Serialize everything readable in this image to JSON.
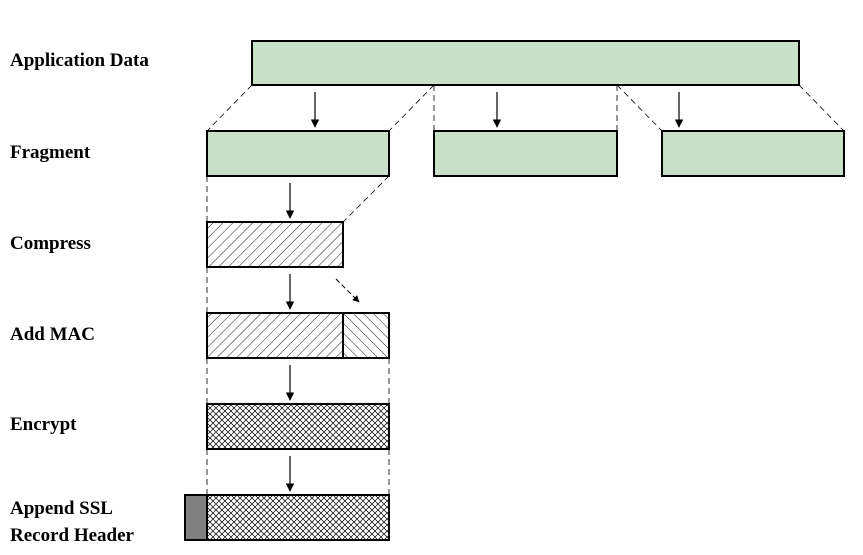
{
  "steps": [
    {
      "id": "application-data",
      "label": "Application Data"
    },
    {
      "id": "fragment",
      "label": "Fragment"
    },
    {
      "id": "compress",
      "label": "Compress"
    },
    {
      "id": "add-mac",
      "label": "Add MAC"
    },
    {
      "id": "encrypt",
      "label": "Encrypt"
    },
    {
      "id": "append-header",
      "label_line1": "Append SSL",
      "label_line2": "Record Header"
    }
  ],
  "colors": {
    "data_fill": "#c8e0c8",
    "stroke": "#000000",
    "header_fill": "#808080"
  }
}
